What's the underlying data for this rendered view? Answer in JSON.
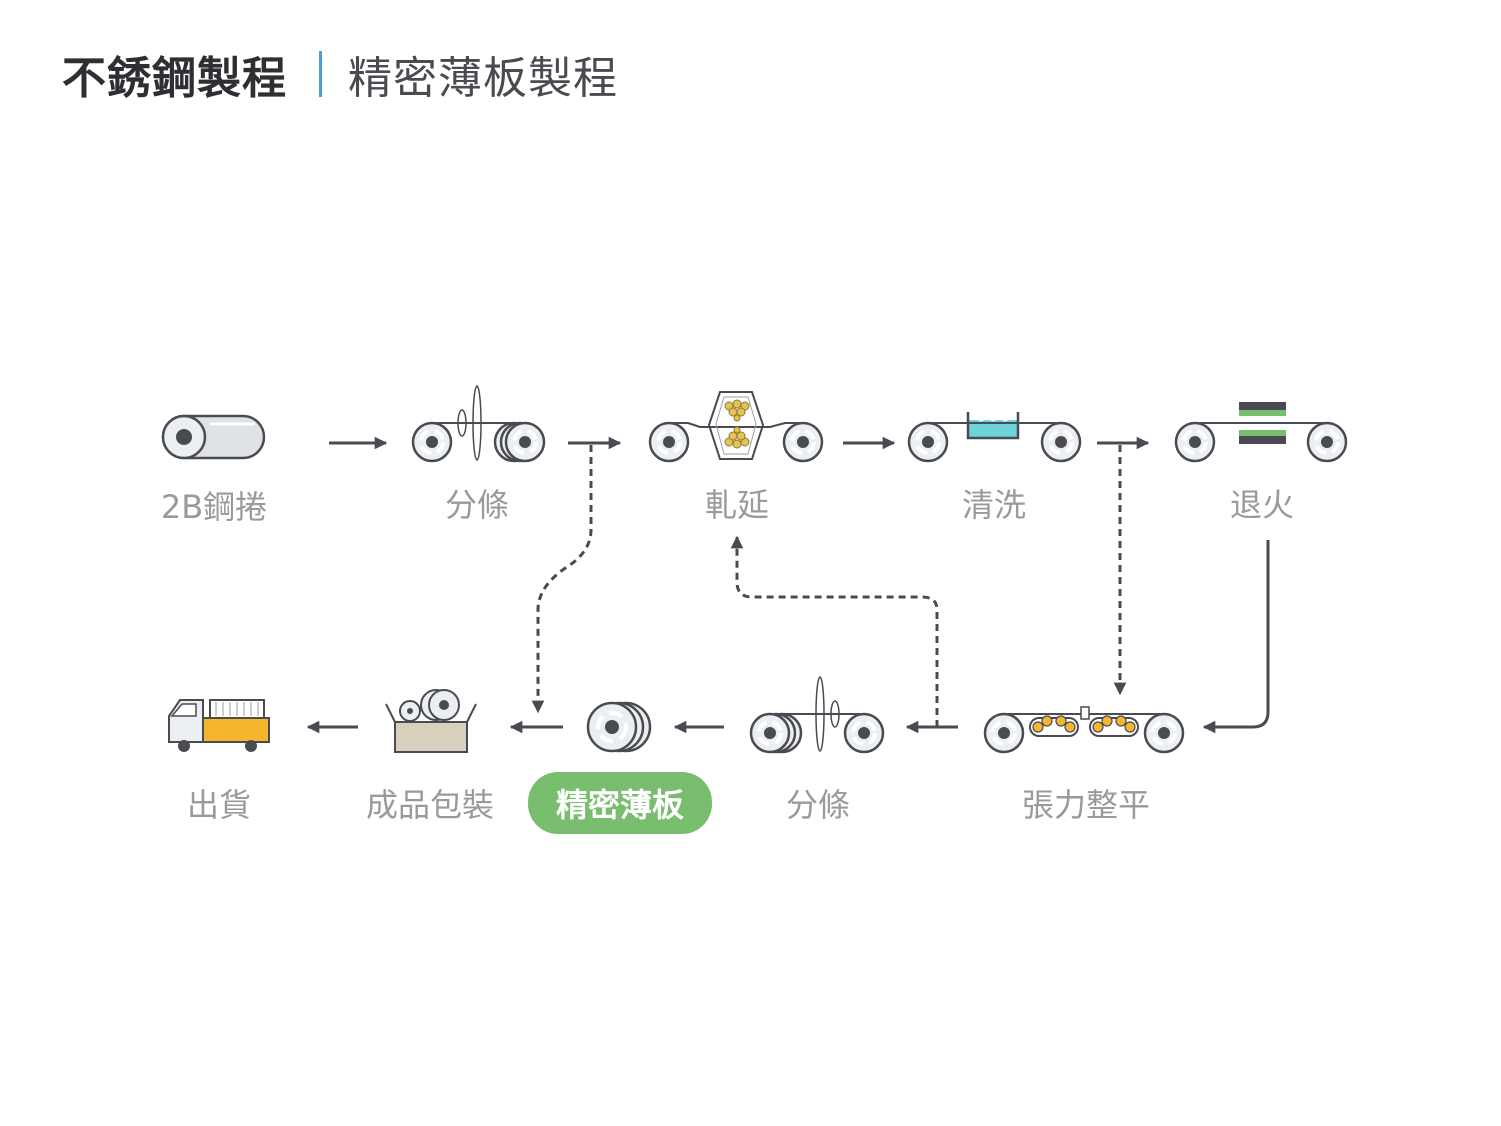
{
  "header": {
    "title": "不銹鋼製程",
    "subtitle": "精密薄板製程"
  },
  "colors": {
    "arrow": "#4a4b52",
    "highlight": "#79bd6f",
    "separator": "#4a9fd8",
    "label": "#9a9a9a",
    "coil_fill": "#eceff1",
    "roller": "#e8c24a",
    "water": "#6fd3dc",
    "truck_cargo": "#f5b62e",
    "box": "#d8d0bd"
  },
  "steps": {
    "coil_2b": "2B鋼捲",
    "slitting_1": "分條",
    "rolling": "軋延",
    "cleaning": "清洗",
    "annealing": "退火",
    "tension_leveling": "張力整平",
    "slitting_2": "分條",
    "precision_sheet": "精密薄板",
    "packaging": "成品包裝",
    "shipping": "出貨"
  }
}
